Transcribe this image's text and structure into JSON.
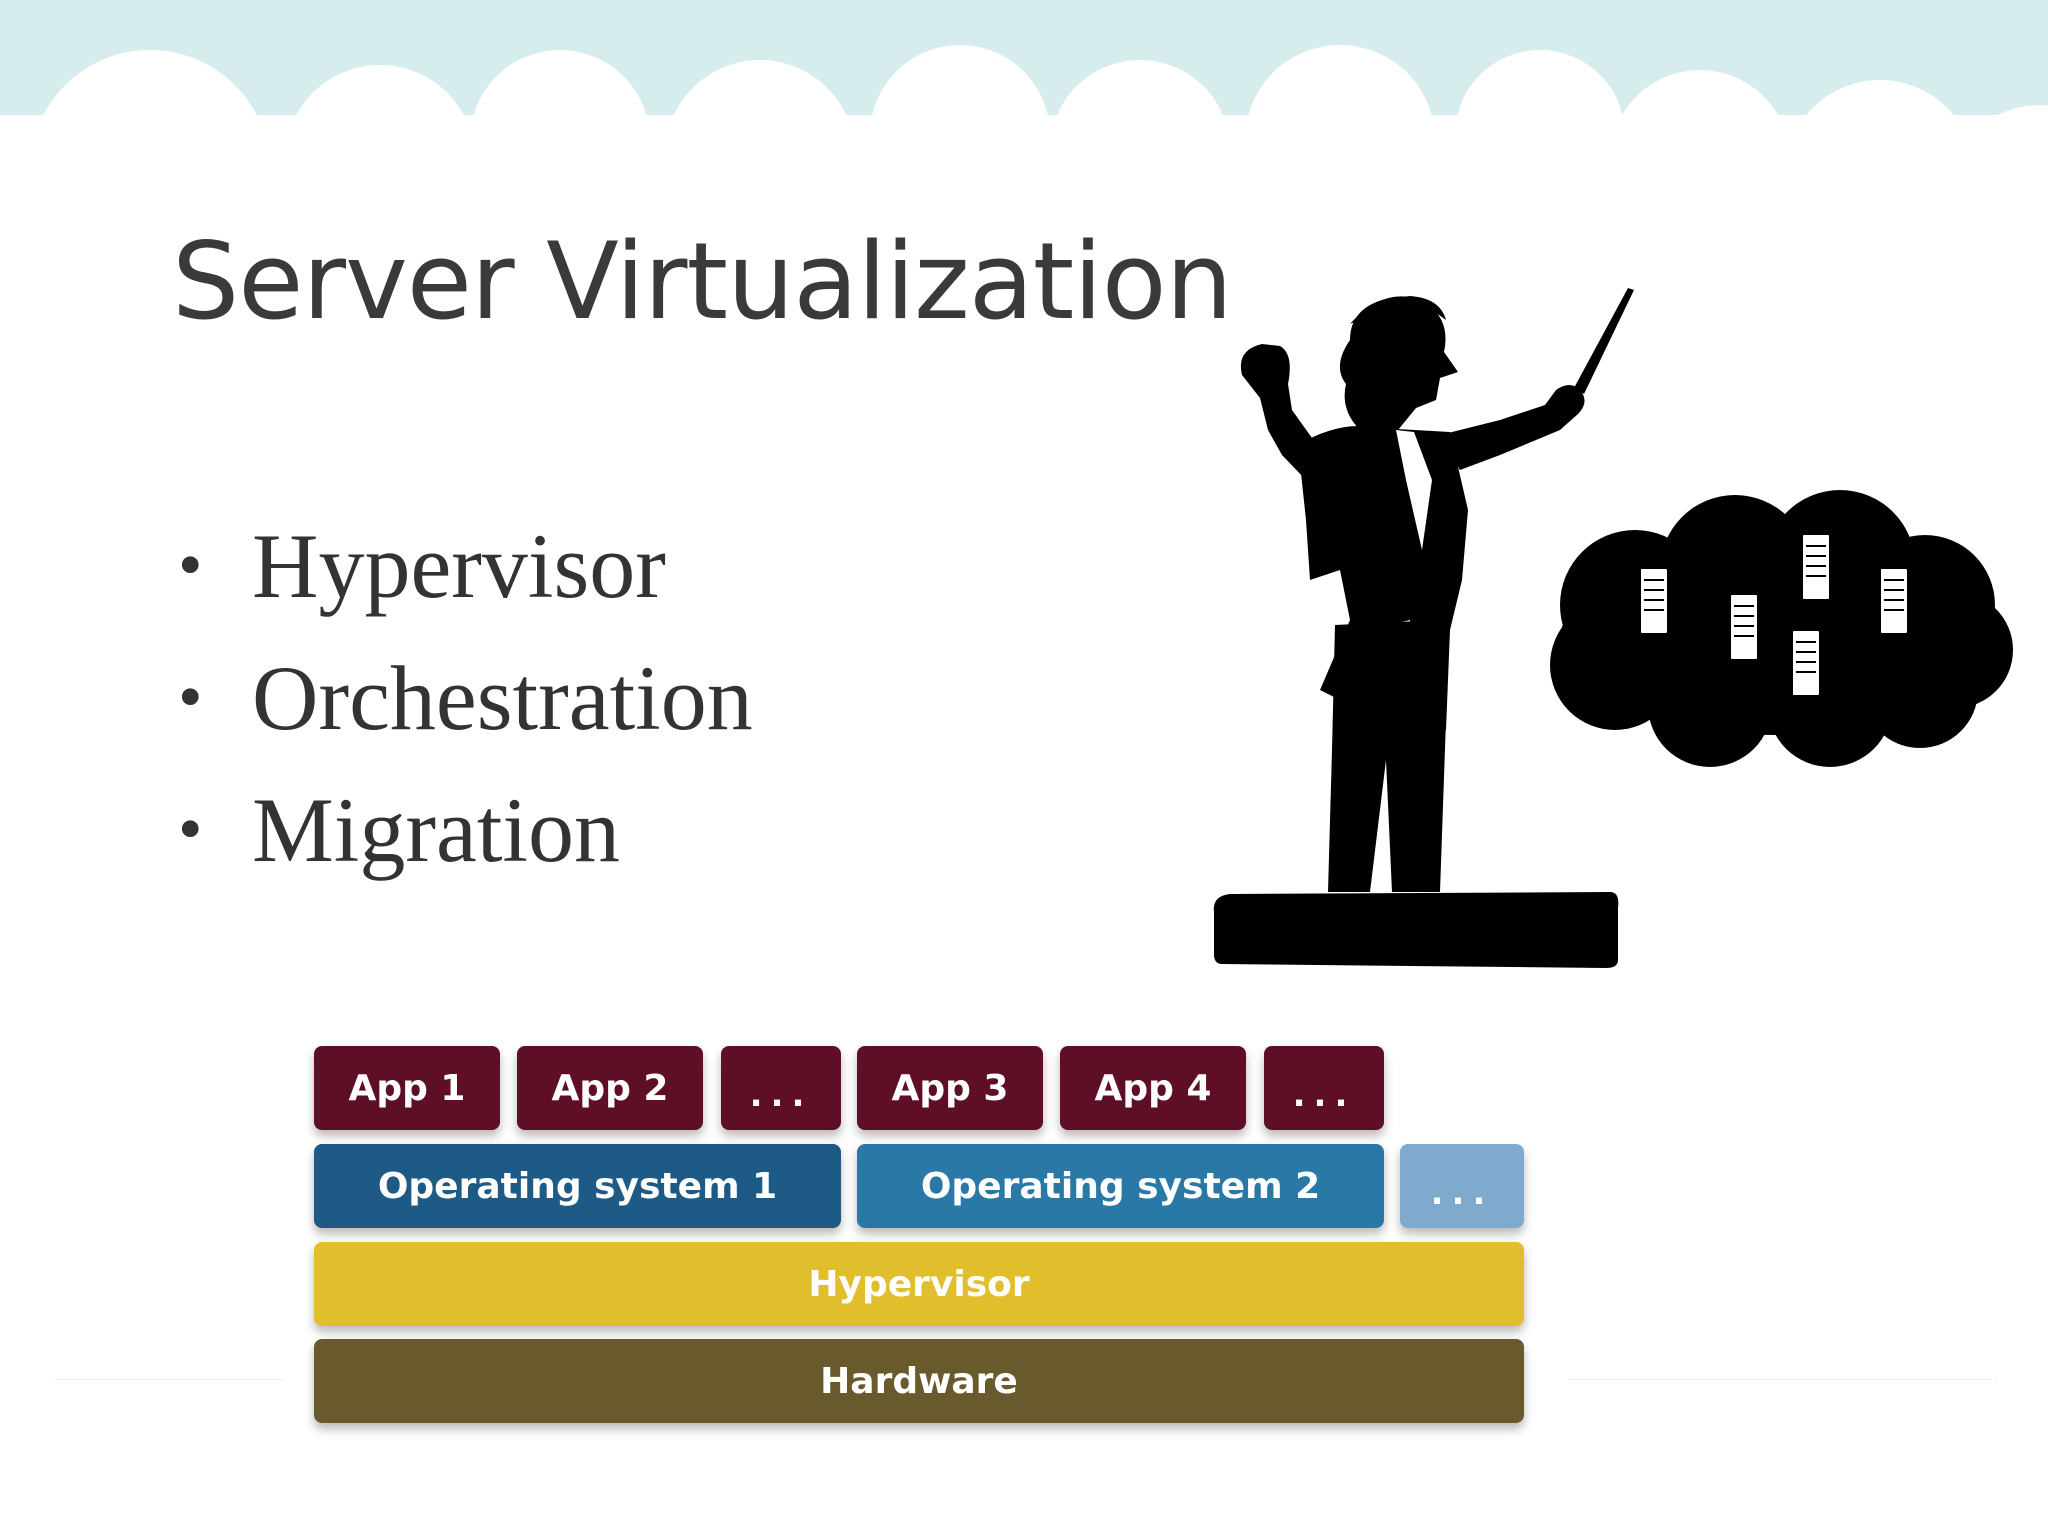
{
  "slide": {
    "title": "Server Virtualization",
    "bullets": [
      "Hypervisor",
      "Orchestration",
      "Migration"
    ],
    "bullet_symbol": "•"
  },
  "illustrations": {
    "conductor": "conductor-silhouette-icon",
    "cloud": "server-cloud-icon",
    "server": "server-rack-icon"
  },
  "diagram": {
    "apps": [
      "App 1",
      "App 2",
      "...",
      "App 3",
      "App 4",
      "..."
    ],
    "operating_systems": [
      "Operating system 1",
      "Operating system 2",
      "..."
    ],
    "hypervisor": "Hypervisor",
    "hardware": "Hardware"
  },
  "colors": {
    "sky": "#d7ecec",
    "app": "#5e0f26",
    "os1": "#1d5a86",
    "os2": "#2a78a6",
    "os3": "#7fa9cd",
    "hypervisor": "#e0be2c",
    "hardware": "#685a2c",
    "text": "#3a3a3a"
  }
}
